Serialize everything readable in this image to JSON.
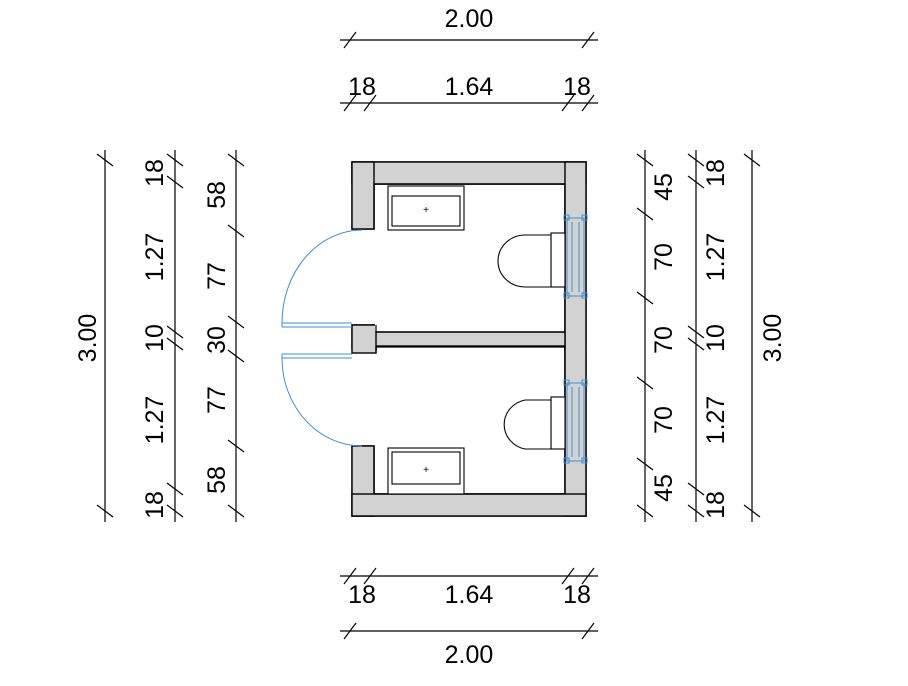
{
  "dimensions": {
    "top_total": "2.00",
    "top_left": "18",
    "top_mid": "1.64",
    "top_right": "18",
    "bottom_left": "18",
    "bottom_mid": "1.64",
    "bottom_right": "18",
    "bottom_total": "2.00",
    "left_total": "3.00",
    "left_walls": [
      "18",
      "1.27",
      "10",
      "1.27",
      "18"
    ],
    "left_openings": [
      "58",
      "77",
      "30",
      "77",
      "58"
    ],
    "right_openings": [
      "45",
      "70",
      "70",
      "70",
      "45"
    ],
    "right_walls": [
      "18",
      "1.27",
      "10",
      "1.27",
      "18"
    ],
    "right_total": "3.00"
  },
  "colors": {
    "wall_fill": "#d2d2d2",
    "door_line": "#3a8fd6"
  }
}
